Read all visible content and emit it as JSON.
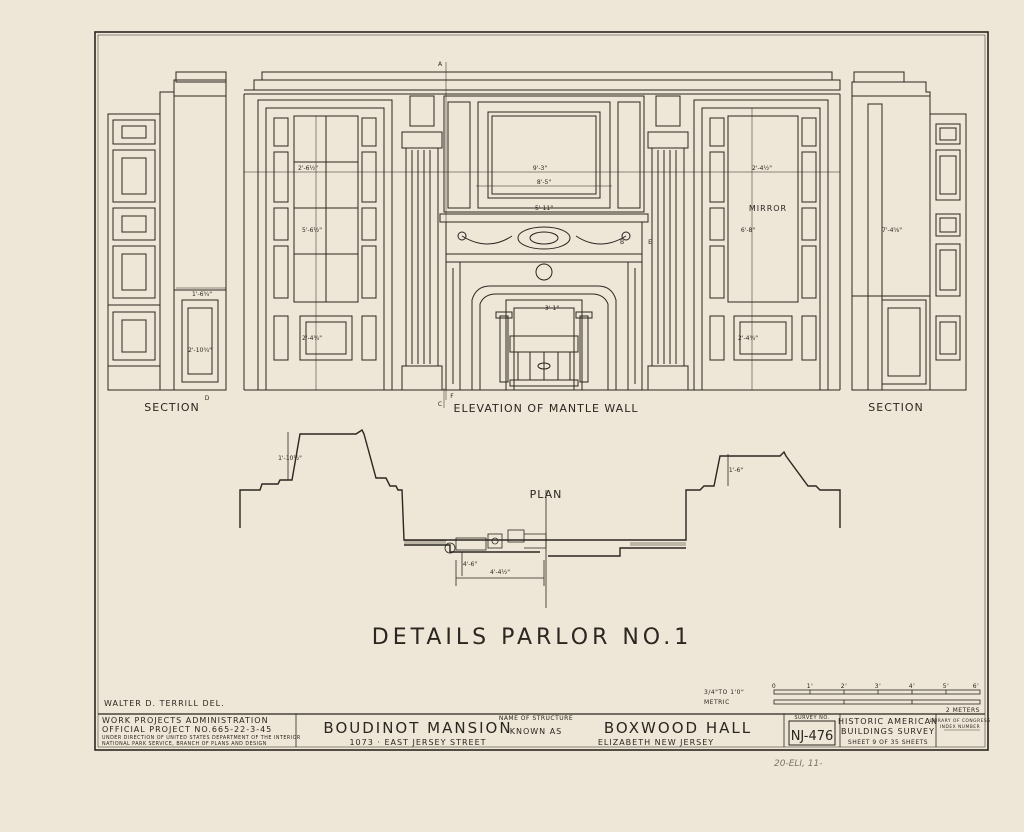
{
  "labels": {
    "section_left": "SECTION",
    "elevation": "ELEVATION OF MANTLE WALL",
    "section_right": "SECTION",
    "plan": "PLAN",
    "details_title": "DETAILS PARLOR NO.1",
    "mirror": "MIRROR",
    "delineator": "WALTER D. TERRILL DEL.",
    "section_mark_a": "A",
    "section_mark_b": "B",
    "section_mark_c": "C",
    "section_mark_d": "D",
    "section_mark_e": "E",
    "section_mark_f": "F"
  },
  "dimensions": {
    "left_section_width": "1'-6¾\"",
    "left_section_height": "2'-10¾\"",
    "overmantel_width": "9'-3\"",
    "overmantel_inner": "8'-5\"",
    "mantel_shelf": "5'-11\"",
    "door_width": "2'-6½\"",
    "door_height": "5'-6½\"",
    "door_lower": "2'-4¾\"",
    "right_panel_width": "2'-4½\"",
    "right_panel_height": "6'-8\"",
    "right_lower": "2'-4¾\"",
    "firebox_width": "3'-1\"",
    "right_section_height": "7'-4⅝\"",
    "plan_depth": "4'-6\"",
    "plan_chimney": "4'-4½\"",
    "plan_offset": "1'-6\"",
    "plan_left_recess": "1'-10½\""
  },
  "scale_bar": {
    "imperial_label": "3/4\"TO 1'0\"",
    "metric_label": "METRIC",
    "ticks": [
      "0",
      "1'",
      "2'",
      "3'",
      "4'",
      "5'",
      "6'"
    ],
    "meters_label": "2 METERS"
  },
  "title_block": {
    "agency_1": "WORK PROJECTS ADMINISTRATION",
    "agency_2": "OFFICIAL PROJECT NO.665-22-3-45",
    "agency_3": "UNDER DIRECTION OF UNITED STATES DEPARTMENT OF THE INTERIOR",
    "agency_4": "NATIONAL PARK SERVICE, BRANCH OF PLANS AND DESIGN",
    "structure_caption": "NAME OF STRUCTURE",
    "structure_name_1": "BOUDINOT MANSION",
    "known_as": "KNOWN AS",
    "structure_name_2": "BOXWOOD HALL",
    "street": "1073 · EAST JERSEY STREET",
    "city": "ELIZABETH  NEW JERSEY",
    "survey_caption": "SURVEY NO.",
    "survey_no": "NJ-476",
    "habs_1": "HISTORIC AMERICAN",
    "habs_2": "BUILDINGS SURVEY",
    "sheet": "SHEET 9 OF 35 SHEETS",
    "loc_1": "LIBRARY OF CONGRESS",
    "loc_2": "INDEX NUMBER"
  },
  "annotation_handwritten": "20-ELI, 11-",
  "colors": {
    "paper": "#eee6d6",
    "ink": "#2a2620",
    "faint_ink": "#7a7468"
  }
}
